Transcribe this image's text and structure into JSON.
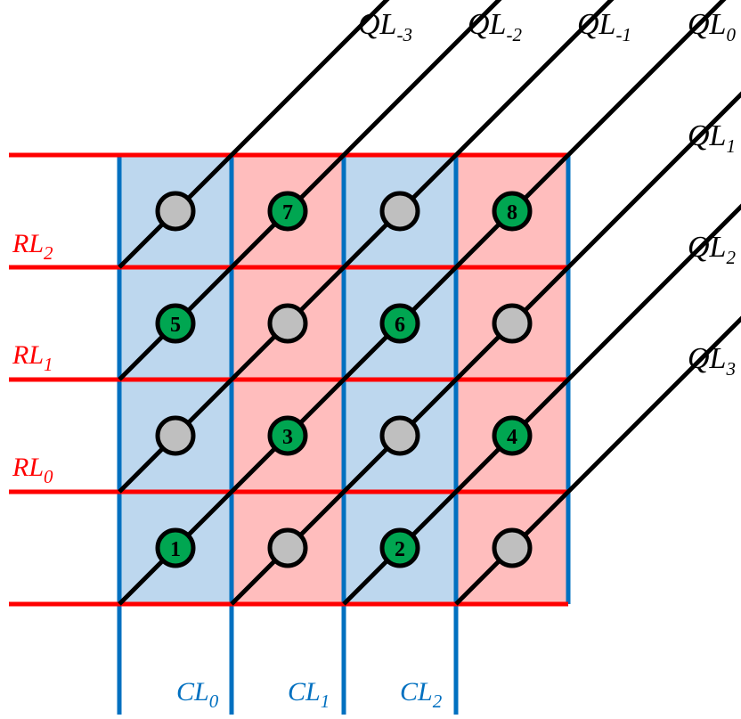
{
  "colors": {
    "cell_blue": "#bdd7ee",
    "cell_pink": "#ffbdbd",
    "row_line": "#ff0000",
    "column_line": "#0070c0",
    "diagonal_line": "#000000",
    "node_gray": "#bfbfbf",
    "node_green": "#00a651"
  },
  "grid": {
    "columns": 4,
    "rows": 4,
    "column_shading": [
      "blue",
      "pink",
      "blue",
      "pink"
    ]
  },
  "query_lines": [
    {
      "base": "QL",
      "sub": "-3"
    },
    {
      "base": "QL",
      "sub": "-2"
    },
    {
      "base": "QL",
      "sub": "-1"
    },
    {
      "base": "QL",
      "sub": "0"
    },
    {
      "base": "QL",
      "sub": "1"
    },
    {
      "base": "QL",
      "sub": "2"
    },
    {
      "base": "QL",
      "sub": "3"
    }
  ],
  "row_lines": [
    {
      "base": "RL",
      "sub": "2"
    },
    {
      "base": "RL",
      "sub": "1"
    },
    {
      "base": "RL",
      "sub": "0"
    }
  ],
  "column_lines": [
    {
      "base": "CL",
      "sub": "0"
    },
    {
      "base": "CL",
      "sub": "1"
    },
    {
      "base": "CL",
      "sub": "2"
    }
  ],
  "nodes": [
    {
      "row": 0,
      "col": 0,
      "active": false,
      "label": ""
    },
    {
      "row": 0,
      "col": 1,
      "active": true,
      "label": "7"
    },
    {
      "row": 0,
      "col": 2,
      "active": false,
      "label": ""
    },
    {
      "row": 0,
      "col": 3,
      "active": true,
      "label": "8"
    },
    {
      "row": 1,
      "col": 0,
      "active": true,
      "label": "5"
    },
    {
      "row": 1,
      "col": 1,
      "active": false,
      "label": ""
    },
    {
      "row": 1,
      "col": 2,
      "active": true,
      "label": "6"
    },
    {
      "row": 1,
      "col": 3,
      "active": false,
      "label": ""
    },
    {
      "row": 2,
      "col": 0,
      "active": false,
      "label": ""
    },
    {
      "row": 2,
      "col": 1,
      "active": true,
      "label": "3"
    },
    {
      "row": 2,
      "col": 2,
      "active": false,
      "label": ""
    },
    {
      "row": 2,
      "col": 3,
      "active": true,
      "label": "4"
    },
    {
      "row": 3,
      "col": 0,
      "active": true,
      "label": "1"
    },
    {
      "row": 3,
      "col": 1,
      "active": false,
      "label": ""
    },
    {
      "row": 3,
      "col": 2,
      "active": true,
      "label": "2"
    },
    {
      "row": 3,
      "col": 3,
      "active": false,
      "label": ""
    }
  ]
}
